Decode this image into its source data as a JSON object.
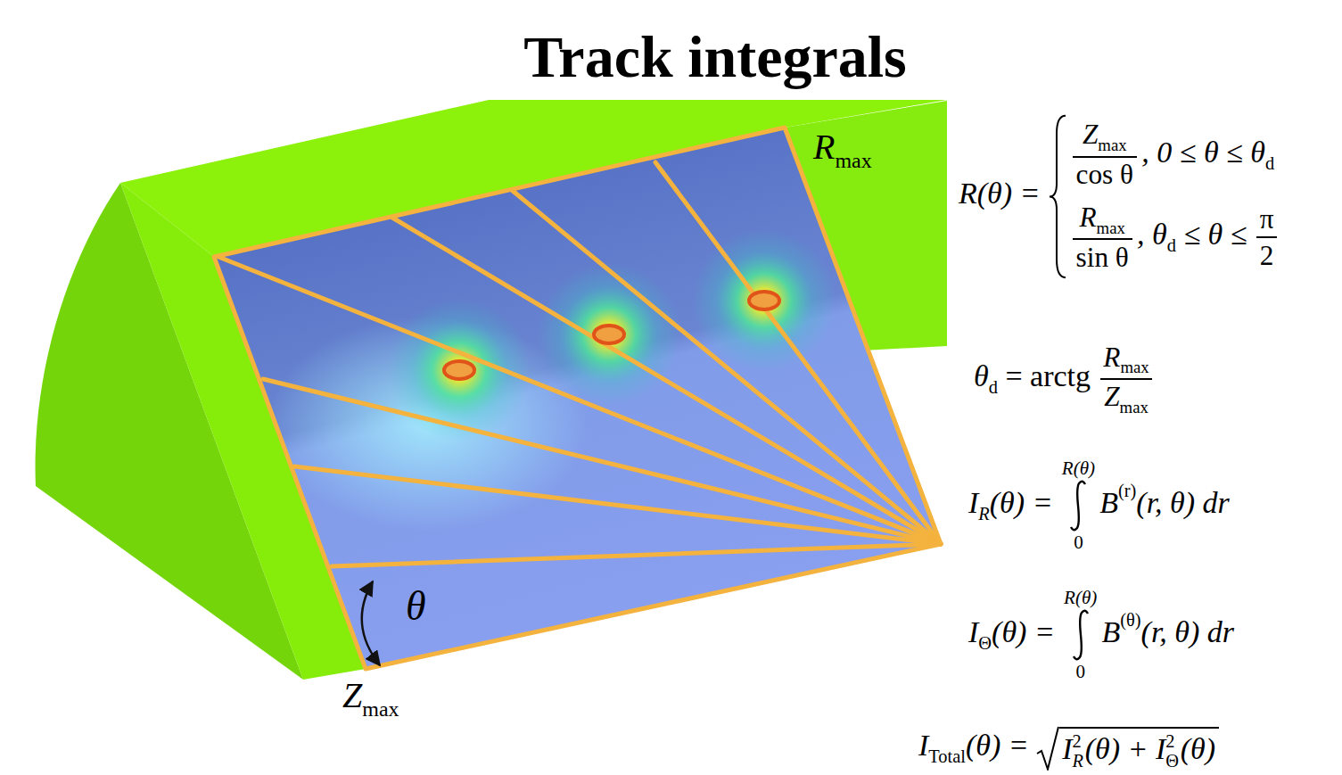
{
  "diagram": {
    "title": "Track integrals",
    "labels": [
      "R",
      "max",
      "θ",
      "Z",
      "max",
      "R(θ) =",
      "Z",
      "max",
      "cos θ",
      ", 0 ≤ θ ≤ θ",
      "d",
      "R",
      "max",
      "sin θ",
      ", θ",
      "d",
      "≤ θ ≤",
      "π",
      "2",
      "θ",
      "d",
      "= arctg",
      "R",
      "max",
      "Z",
      "max",
      "I",
      "R",
      "(θ) =",
      "R(θ)",
      "0",
      "B",
      "(r)",
      "(r, θ) dr",
      "I",
      "Θ",
      "(θ) =",
      "R(θ)",
      "0",
      "B",
      "(θ)",
      "(r, θ) dr",
      "I",
      "Total",
      "(θ) =",
      "I",
      "2",
      "R",
      "(θ) + I",
      "2",
      "Θ",
      "(θ)"
    ]
  }
}
